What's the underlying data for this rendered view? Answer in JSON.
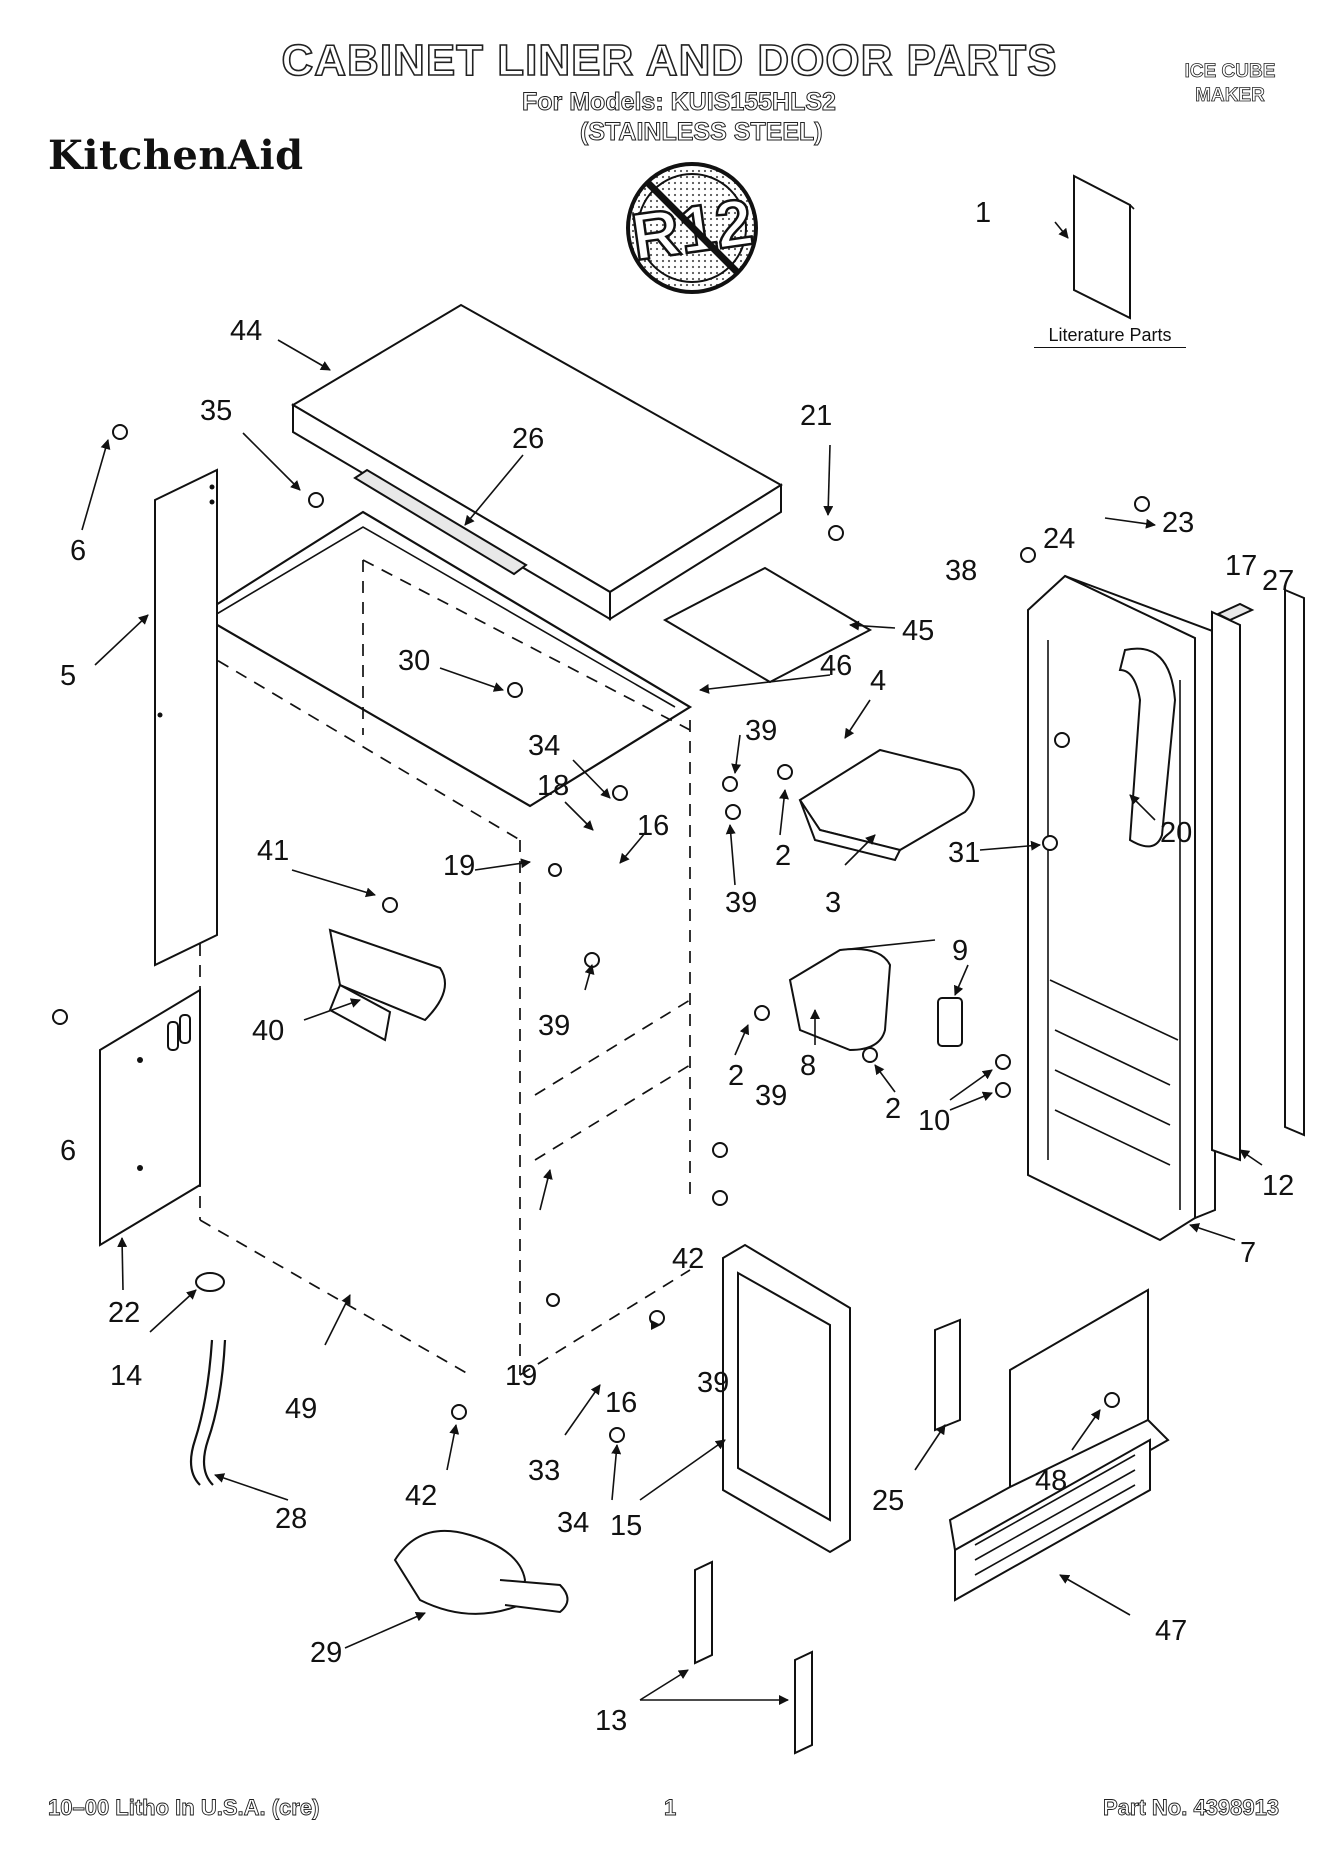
{
  "header": {
    "title": "CABINET LINER AND DOOR PARTS",
    "models": "For Models: KUIS155HLS2",
    "finish": "(STAINLESS STEEL)",
    "brand": "KitchenAid",
    "category_line1": "ICE CUBE",
    "category_line2": "MAKER",
    "badge": "R12"
  },
  "literature": {
    "label": "Literature Parts"
  },
  "footer": {
    "left": "10–00 Litho In U.S.A. (cre)",
    "page": "1",
    "part_no": "Part No. 4398913"
  },
  "callouts": [
    "44",
    "35",
    "26",
    "21",
    "6",
    "5",
    "30",
    "46",
    "45",
    "4",
    "39",
    "34",
    "18",
    "16",
    "19",
    "2",
    "3",
    "41",
    "40",
    "8",
    "9",
    "20",
    "31",
    "38",
    "24",
    "23",
    "17",
    "27",
    "10",
    "12",
    "7",
    "22",
    "14",
    "49",
    "28",
    "42",
    "33",
    "15",
    "25",
    "48",
    "29",
    "13",
    "47",
    "1"
  ]
}
